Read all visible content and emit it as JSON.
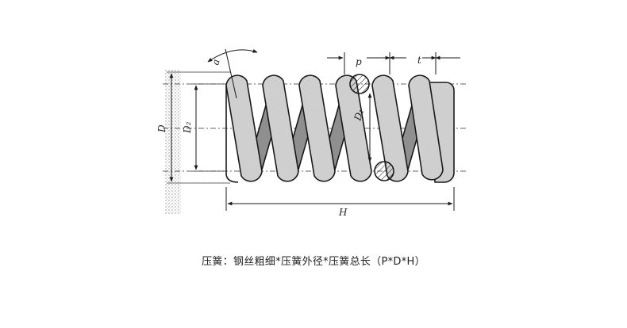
{
  "labels": {
    "alpha": "a",
    "pitch": "p",
    "t": "t",
    "D": "D",
    "D2": "D₂",
    "D1": "D₁",
    "H": "H"
  },
  "caption": "压簧：钢丝粗细*压簧外径*压簧总长（P*D*H）",
  "colors": {
    "coil_front": "#cfcfcf",
    "coil_back": "#8f8f8f",
    "outline": "#1a1a1a"
  }
}
